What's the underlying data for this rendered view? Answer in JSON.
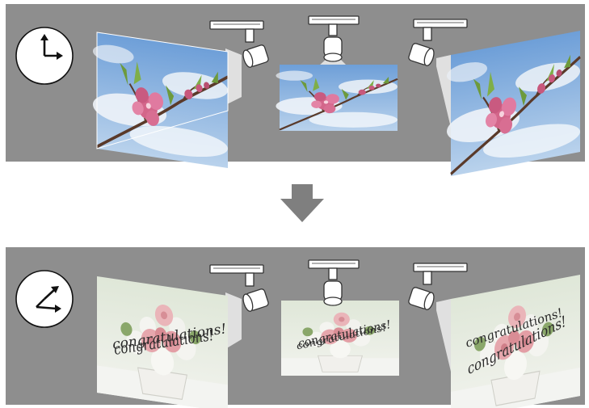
{
  "scenes": [
    {
      "id": "scene-top",
      "clock_icon": "clock-icon-3-oclock",
      "image_content": "pink-blossom-on-branch-photo",
      "caption": ""
    },
    {
      "id": "scene-bottom",
      "clock_icon": "clock-icon-later-time",
      "image_content": "flower-bouquet-photo",
      "caption": "congratulations!"
    }
  ],
  "transition_icon": "down-arrow-icon",
  "colors": {
    "panel_bg": "#8e8e8e",
    "arrow": "#7f7f7f",
    "sky": "#8fb7e2",
    "cloud": "#eef3f8",
    "blossom": "#d3668a",
    "leaf": "#6d9a3c",
    "branch": "#5a3a2a",
    "bouquet_bg": "#e5ece2",
    "rose": "#e6a7ad",
    "white_flower": "#f4f4f0",
    "projector": "#ffffff"
  }
}
